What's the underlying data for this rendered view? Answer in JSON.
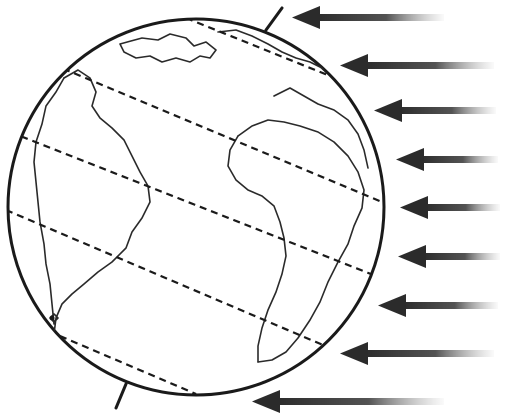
{
  "diagram": {
    "subject": "earth-globe-with-sun-rays",
    "latitude_lines": 5,
    "sun_ray_arrows": 9,
    "colors": {
      "outline": "#1a1a1a",
      "arrow": "#333333",
      "background": "#ffffff"
    }
  }
}
